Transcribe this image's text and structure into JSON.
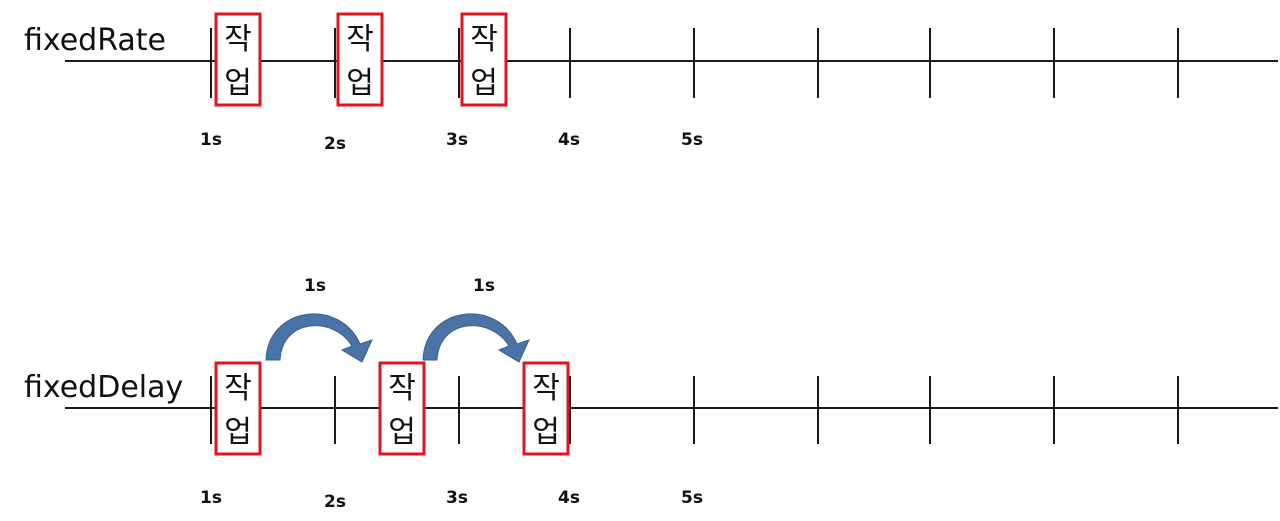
{
  "colors": {
    "line": "#1a1a1a",
    "task_border": "#e0141e",
    "arrow_fill": "#4a73a8",
    "arrow_stroke": "#3a5f90"
  },
  "task_label": {
    "line1": "작",
    "line2": "업"
  },
  "rows": [
    {
      "label": "fixedRate",
      "tick_labels": [
        "1s",
        "2s",
        "3s",
        "4s",
        "5s"
      ],
      "task_count": 3,
      "delay_labels": []
    },
    {
      "label": "fixedDelay",
      "tick_labels": [
        "1s",
        "2s",
        "3s",
        "4s",
        "5s"
      ],
      "task_count": 3,
      "delay_labels": [
        "1s",
        "1s"
      ]
    }
  ]
}
